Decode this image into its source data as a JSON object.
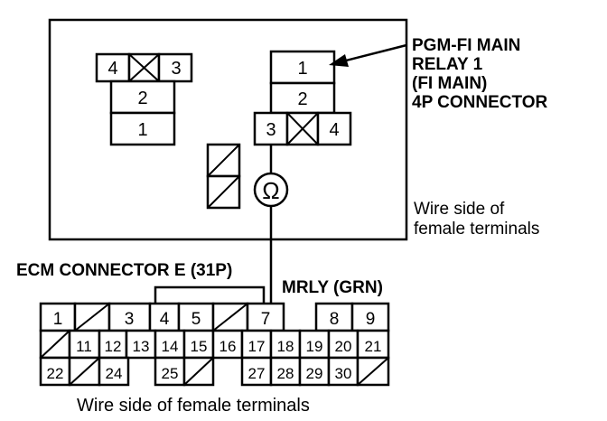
{
  "relay_label": [
    "PGM-FI MAIN",
    "RELAY 1",
    "(FI MAIN)",
    "4P CONNECTOR"
  ],
  "wire_side_right": [
    "Wire side of",
    "female terminals"
  ],
  "ecm_label": "ECM CONNECTOR E (31P)",
  "mrly_label": "MRLY (GRN)",
  "bottom_caption": "Wire side of female terminals",
  "ohm_symbol": "Ω",
  "left_connector": {
    "t4": "4",
    "t3": "3",
    "t2": "2",
    "t1": "1"
  },
  "right_connector": {
    "t1": "1",
    "t2": "2",
    "t3": "3",
    "t4": "4"
  },
  "ecm_row1": [
    {
      "label": "1"
    },
    {
      "label": ""
    },
    {
      "label": "3"
    },
    {
      "label": "4"
    },
    {
      "label": "5"
    },
    {
      "label": ""
    },
    {
      "label": "7"
    },
    {
      "label": "8"
    },
    {
      "label": "9"
    }
  ],
  "ecm_row2": [
    {
      "label": ""
    },
    {
      "label": "11"
    },
    {
      "label": "12"
    },
    {
      "label": "13"
    },
    {
      "label": "14"
    },
    {
      "label": "15"
    },
    {
      "label": "16"
    },
    {
      "label": "17"
    },
    {
      "label": "18"
    },
    {
      "label": "19"
    },
    {
      "label": "20"
    },
    {
      "label": "21"
    }
  ],
  "ecm_row3": [
    {
      "label": "22"
    },
    {
      "label": ""
    },
    {
      "label": "24"
    },
    {
      "label": "25"
    },
    {
      "label": ""
    },
    {
      "label": "27"
    },
    {
      "label": "28"
    },
    {
      "label": "29"
    },
    {
      "label": "30"
    },
    {
      "label": ""
    }
  ]
}
